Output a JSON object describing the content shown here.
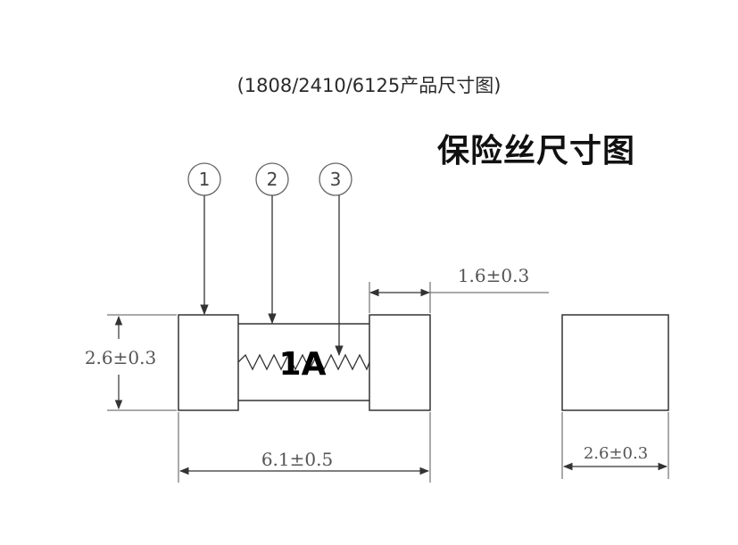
{
  "header": {
    "subtitle": "(1808/2410/6125产品尺寸图)",
    "title": "保险丝尺寸图"
  },
  "callouts": [
    "1",
    "2",
    "3"
  ],
  "fuse": {
    "rating": "1A"
  },
  "dimensions": {
    "height": "2.6±0.3",
    "cap_length": "1.6±0.3",
    "total_length": "6.1±0.5",
    "end_width": "2.6±0.3"
  }
}
